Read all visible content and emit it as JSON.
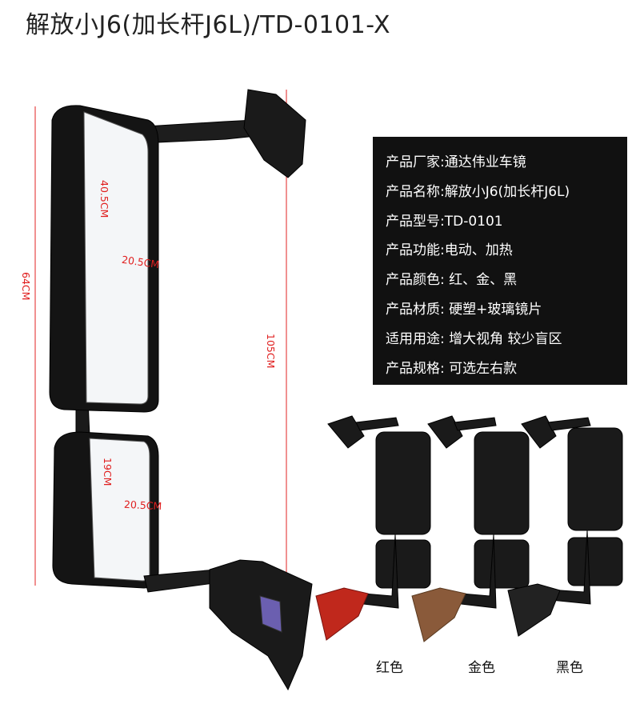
{
  "title": "解放小J6(加长杆J6L)/TD-0101-X",
  "specs": [
    "产品厂家:通达伟业车镜",
    "产品名称:解放小J6(加长杆J6L)",
    "产品型号:TD-0101",
    "产品功能:电动、加热",
    "产品颜色: 红、金、黑",
    "产品材质: 硬塑+玻璃镜片",
    "适用用途: 增大视角 较少盲区",
    "产品规格: 可选左右款"
  ],
  "dimensions": {
    "total_height": "64CM",
    "upper_height": "40.5CM",
    "upper_width": "20.5CM",
    "lower_height": "19CM",
    "lower_width": "20.5CM",
    "arm_height": "105CM"
  },
  "color_options": [
    "红色",
    "金色",
    "黑色"
  ],
  "colors": {
    "red": "#c0281c",
    "gold": "#8a5a3a",
    "black": "#1a1a1a",
    "dimension": "#e02020"
  }
}
